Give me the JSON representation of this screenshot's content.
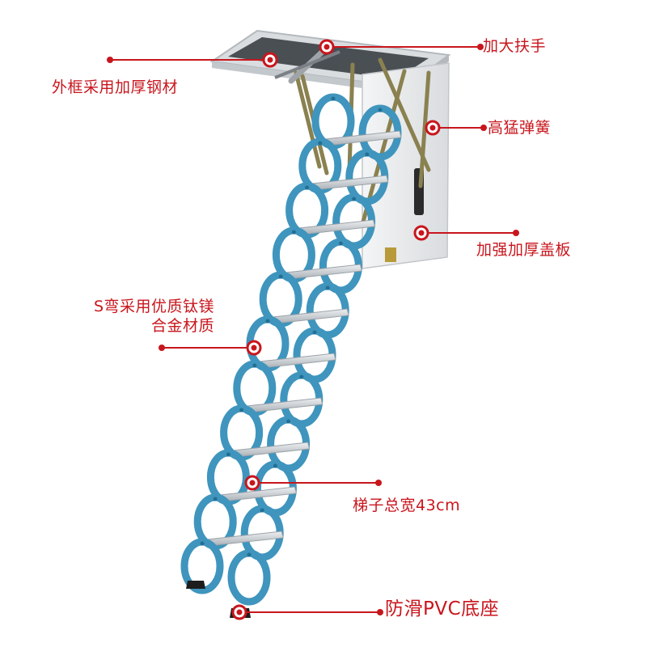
{
  "colors": {
    "accent": "#c8161d",
    "ladder": "#3f95bd",
    "ladder_dark": "#236f93",
    "step": "#c9ced2",
    "frame": "#e8eaec"
  },
  "callouts": {
    "handrail": "加大扶手",
    "frame": "外框采用加厚钢材",
    "spring": "高猛弹簧",
    "cover": "加强加厚盖板",
    "alloy_line1": "S弯采用优质钛镁",
    "alloy_line2": "合金材质",
    "width": "梯子总宽43cm",
    "base": "防滑PVC底座"
  }
}
